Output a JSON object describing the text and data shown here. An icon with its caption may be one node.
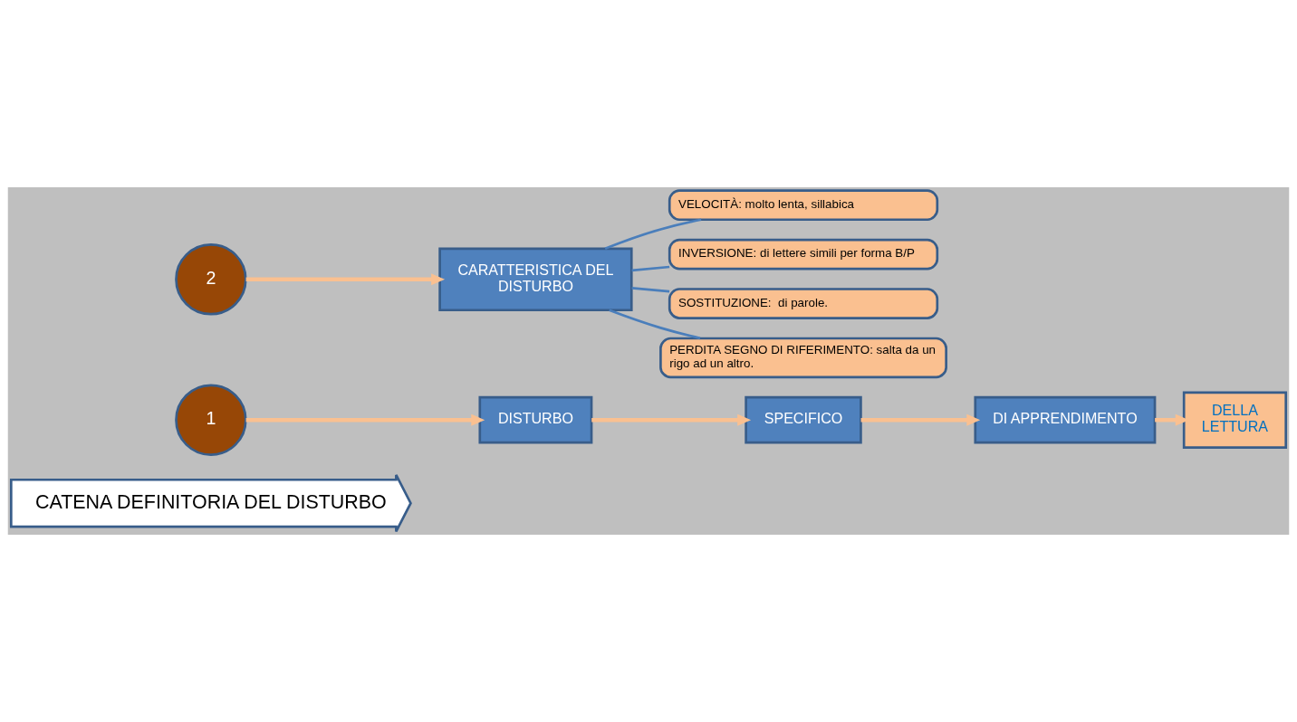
{
  "diagram": {
    "nodes": [
      {
        "text": [
          "CATENA DEFINITORIA DEL DISTURBO"
        ]
      },
      {
        "text": [
          "1"
        ]
      },
      {
        "text": [
          "DISTURBO"
        ]
      },
      {
        "text": [
          "SPECIFICO"
        ]
      },
      {
        "text": [
          "DI APPRENDIMENTO"
        ]
      },
      {
        "text": [
          "DELLA LETTURA"
        ]
      },
      {
        "text": [
          "2"
        ]
      },
      {
        "text": [
          "CARATTERISTICA DEL DISTURBO"
        ]
      },
      {
        "text": [
          "VELOCITÀ: molto lenta, sillabica"
        ]
      },
      {
        "text": [
          "INVERSIONE: di lettere simili per forma B/P"
        ]
      },
      {
        "text": [
          "SOSTITUZIONE:  di parole."
        ]
      },
      {
        "text": [
          "PERDITA SEGNO DI RIFERIMENTO: salta da un rigo ad un altro."
        ]
      }
    ],
    "edges": [
      {
        "from": 1,
        "to": 2,
        "arrow": "to"
      },
      {
        "from": 2,
        "to": 3,
        "arrow": "to"
      },
      {
        "from": 3,
        "to": 4,
        "arrow": "to"
      },
      {
        "from": 4,
        "to": 5,
        "arrow": "to"
      },
      {
        "from": 6,
        "to": 7,
        "arrow": "to"
      },
      {
        "from": 7,
        "to": 8,
        "arrow": "none",
        "color": "#4a7ebb"
      },
      {
        "from": 7,
        "to": 9,
        "arrow": "none",
        "color": "#4a7ebb"
      },
      {
        "from": 7,
        "to": 10,
        "arrow": "none",
        "color": "#4a7ebb"
      },
      {
        "from": 7,
        "to": 11,
        "arrow": "none",
        "color": "#4a7ebb"
      }
    ]
  }
}
